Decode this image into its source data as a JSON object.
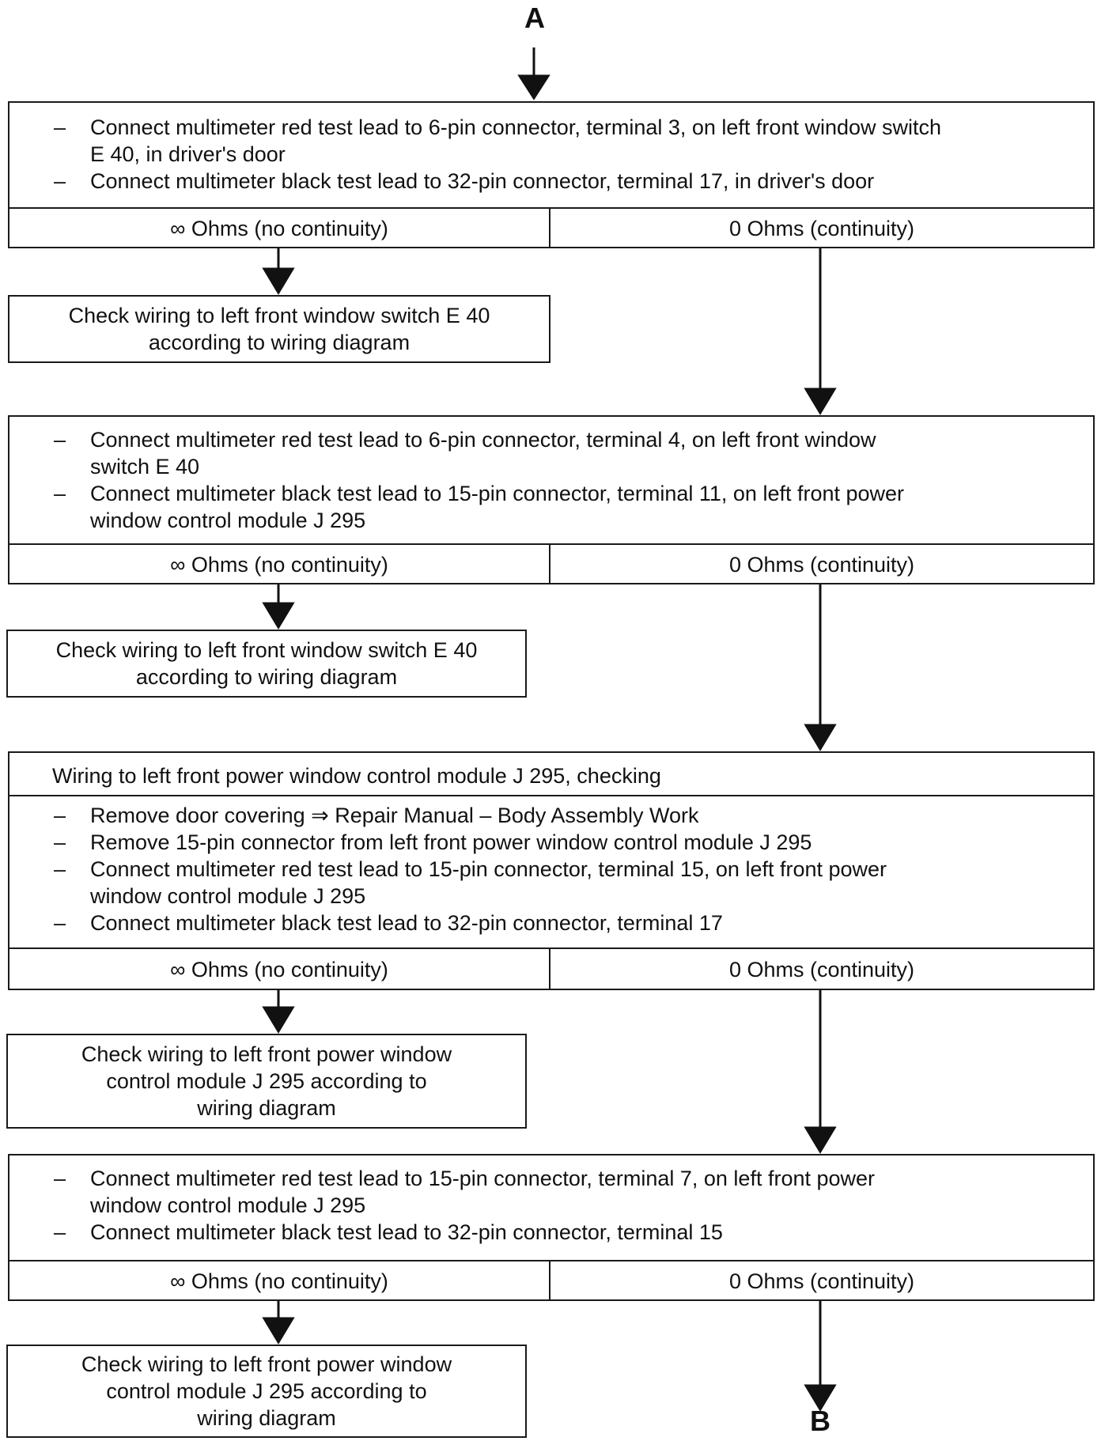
{
  "connectors": {
    "top": "A",
    "bottom": "B"
  },
  "steps": [
    {
      "items": [
        {
          "dash": "–",
          "lines": [
            "Connect multimeter red test lead to 6-pin connector, terminal 3, on left front window switch",
            "E 40, in driver's door"
          ]
        },
        {
          "dash": "–",
          "lines": [
            "Connect multimeter black test lead to 32-pin connector, terminal 17, in driver's door"
          ]
        }
      ],
      "left_result": "∞ Ohms (no continuity)",
      "right_result": "0 Ohms (continuity)",
      "check": [
        "Check wiring to left front window switch E 40",
        "according to wiring diagram"
      ]
    },
    {
      "items": [
        {
          "dash": "–",
          "lines": [
            "Connect multimeter red test lead to 6-pin connector, terminal 4, on left front window",
            "switch E 40"
          ]
        },
        {
          "dash": "–",
          "lines": [
            "Connect multimeter black test lead to 15-pin connector, terminal 11, on left front power",
            "window control module J 295"
          ]
        }
      ],
      "left_result": "∞ Ohms (no continuity)",
      "right_result": "0 Ohms (continuity)",
      "check": [
        "Check wiring to left front window switch E 40",
        "according to wiring diagram"
      ]
    },
    {
      "header": "Wiring to left front power window control module J 295, checking",
      "items": [
        {
          "dash": "–",
          "lines": [
            "Remove door covering ⇒ Repair Manual – Body Assembly Work"
          ]
        },
        {
          "dash": "–",
          "lines": [
            "Remove 15-pin connector from left front power window control module J 295"
          ]
        },
        {
          "dash": "–",
          "lines": [
            "Connect multimeter red test lead to 15-pin connector, terminal 15, on left front power",
            "window control module J 295"
          ]
        },
        {
          "dash": "–",
          "lines": [
            "Connect multimeter black test lead to 32-pin connector, terminal 17"
          ]
        }
      ],
      "left_result": "∞ Ohms (no continuity)",
      "right_result": "0 Ohms (continuity)",
      "check": [
        "Check wiring to left front power window",
        "control module J 295 according to",
        "wiring diagram"
      ]
    },
    {
      "items": [
        {
          "dash": "–",
          "lines": [
            "Connect multimeter red test lead to 15-pin connector, terminal 7, on left front power",
            "window control module J 295"
          ]
        },
        {
          "dash": "–",
          "lines": [
            "Connect multimeter black test lead to 32-pin connector, terminal 15"
          ]
        }
      ],
      "left_result": "∞ Ohms (no continuity)",
      "right_result": "0 Ohms (continuity)",
      "check": [
        "Check wiring to left front power window",
        "control module J 295 according to",
        "wiring diagram"
      ]
    }
  ]
}
